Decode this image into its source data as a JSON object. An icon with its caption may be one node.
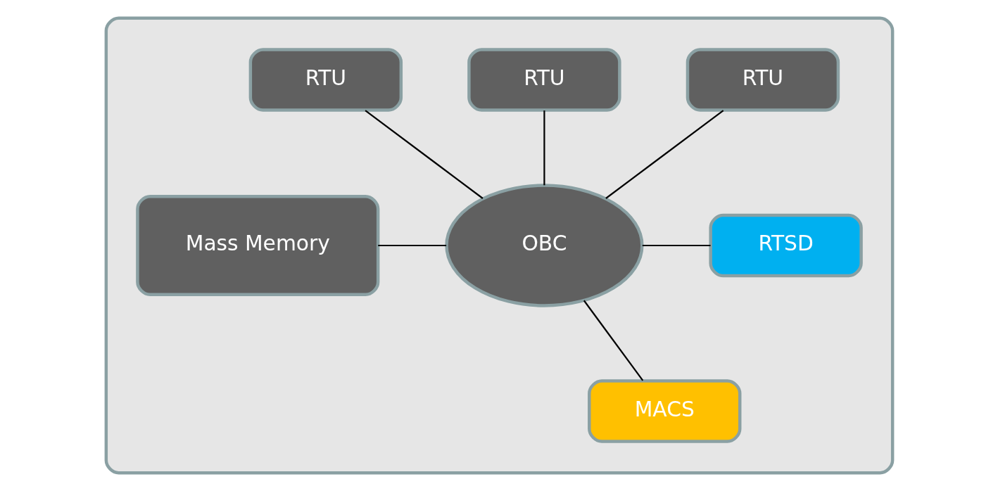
{
  "diagram": {
    "nodes": [
      {
        "text": [],
        "shape": "box"
      },
      {
        "text": [
          "RTU"
        ],
        "in": 0
      },
      {
        "text": [
          "RTU"
        ],
        "in": 0
      },
      {
        "text": [
          "RTU"
        ],
        "in": 0
      },
      {
        "text": [
          "RTSD"
        ],
        "in": 0
      },
      {
        "text": [
          "Mass Memory"
        ],
        "in": 0
      },
      {
        "text": [
          "OBC"
        ],
        "in": 0
      },
      {
        "text": [
          "MACS"
        ],
        "in": 0
      }
    ],
    "edges": [
      {
        "from": 1,
        "to": 6,
        "arrow": "none"
      },
      {
        "from": 2,
        "to": 6,
        "arrow": "none"
      },
      {
        "from": 3,
        "to": 6,
        "arrow": "none"
      },
      {
        "from": 6,
        "to": 4,
        "arrow": "none"
      },
      {
        "from": 5,
        "to": 6,
        "arrow": "none"
      },
      {
        "from": 6,
        "to": 7,
        "arrow": "none"
      }
    ]
  }
}
